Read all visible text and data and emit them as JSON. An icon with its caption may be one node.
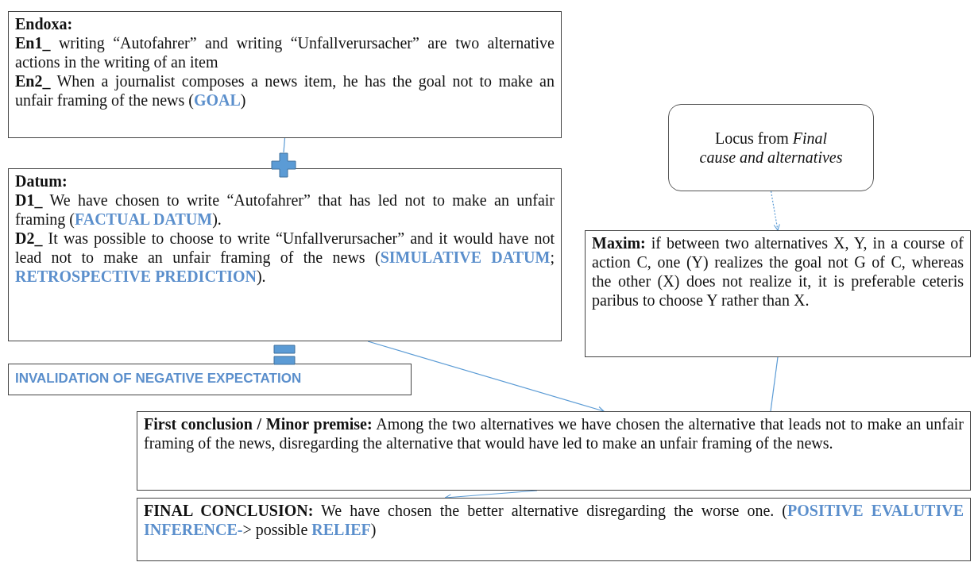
{
  "diagram": {
    "nodes": [
      {
        "text": [
          "Endoxa:",
          "**En1_** writing “Autofahrer” and writing “Unfallverursacher” are two alternative actions in the writing of an item",
          "**En2_** When a journalist composes a news item, he has the goal not to make an unfair framing of the news  (**GOAL**)"
        ]
      },
      {
        "text": [],
        "shape": "plus"
      },
      {
        "text": [
          "Datum:",
          "**D1_** We have chosen to write “Autofahrer” that has led not to make an unfair framing (**FACTUAL DATUM**).",
          "**D2_** It was possible to choose to write “Unfallverursacher” and it would have not lead not to make an unfair framing of the news (**SIMULATIVE DATUM**; **RETROSPECTIVE PREDICTION**)."
        ]
      },
      {
        "text": [],
        "shape": "equals"
      },
      {
        "text": [
          "INVALIDATION OF NEGATIVE EXPECTATION"
        ]
      },
      {
        "text": [
          "Locus from *Final cause and alternatives*"
        ]
      },
      {
        "text": [
          "**Maxim:** if between two alternatives X, Y, in a course of action C, one (Y) realizes the goal not G of C, whereas the other (X) does not realize it, it is preferable ceteris paribus to choose Y rather than X."
        ]
      },
      {
        "text": [
          "**First conclusion / Minor premise:** Among the two alternatives we have chosen the alternative that leads not to make an unfair framing of the news, disregarding the alternative that would have led to make an unfair framing of the news."
        ]
      },
      {
        "text": [
          "**FINAL CONCLUSION:** We have chosen the better alternative disregarding the worse one. (**POSITIVE EVALUTIVE INFERENCE-**> possible **RELIEF**)"
        ]
      }
    ],
    "edges": [
      {
        "from": 0,
        "to": 1,
        "arrow": "none"
      },
      {
        "from": 2,
        "to": 7,
        "arrow": "to"
      },
      {
        "from": 5,
        "to": 6,
        "arrow": "to",
        "style": "dashed"
      },
      {
        "from": 6,
        "to": 7,
        "arrow": "none"
      },
      {
        "from": 7,
        "to": 8,
        "arrow": "to"
      }
    ]
  }
}
